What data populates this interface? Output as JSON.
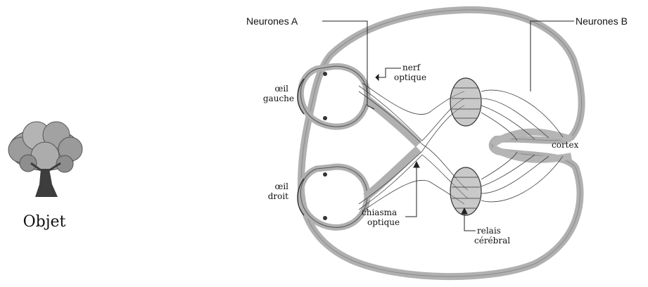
{
  "object_label": "Objet",
  "labels": {
    "neurones_a": "Neurones A",
    "neurones_b": "Neurones B",
    "nerf_line1": "nerf",
    "nerf_line2": "optique",
    "oeil_gauche_line1": "œil",
    "oeil_gauche_line2": "gauche",
    "oeil_droit_line1": "œil",
    "oeil_droit_line2": "droit",
    "cortex": "cortex",
    "chiasma_line1": "chiasma",
    "chiasma_line2": "optique",
    "relais_line1": "relais",
    "relais_line2": "cérébral"
  },
  "colors": {
    "brain_fill": "#b9b9b9",
    "brain_edge": "#8a8a8a",
    "line": "#222222",
    "tree_canopy": "#9a9a9a",
    "tree_trunk": "#3d3d3d"
  }
}
